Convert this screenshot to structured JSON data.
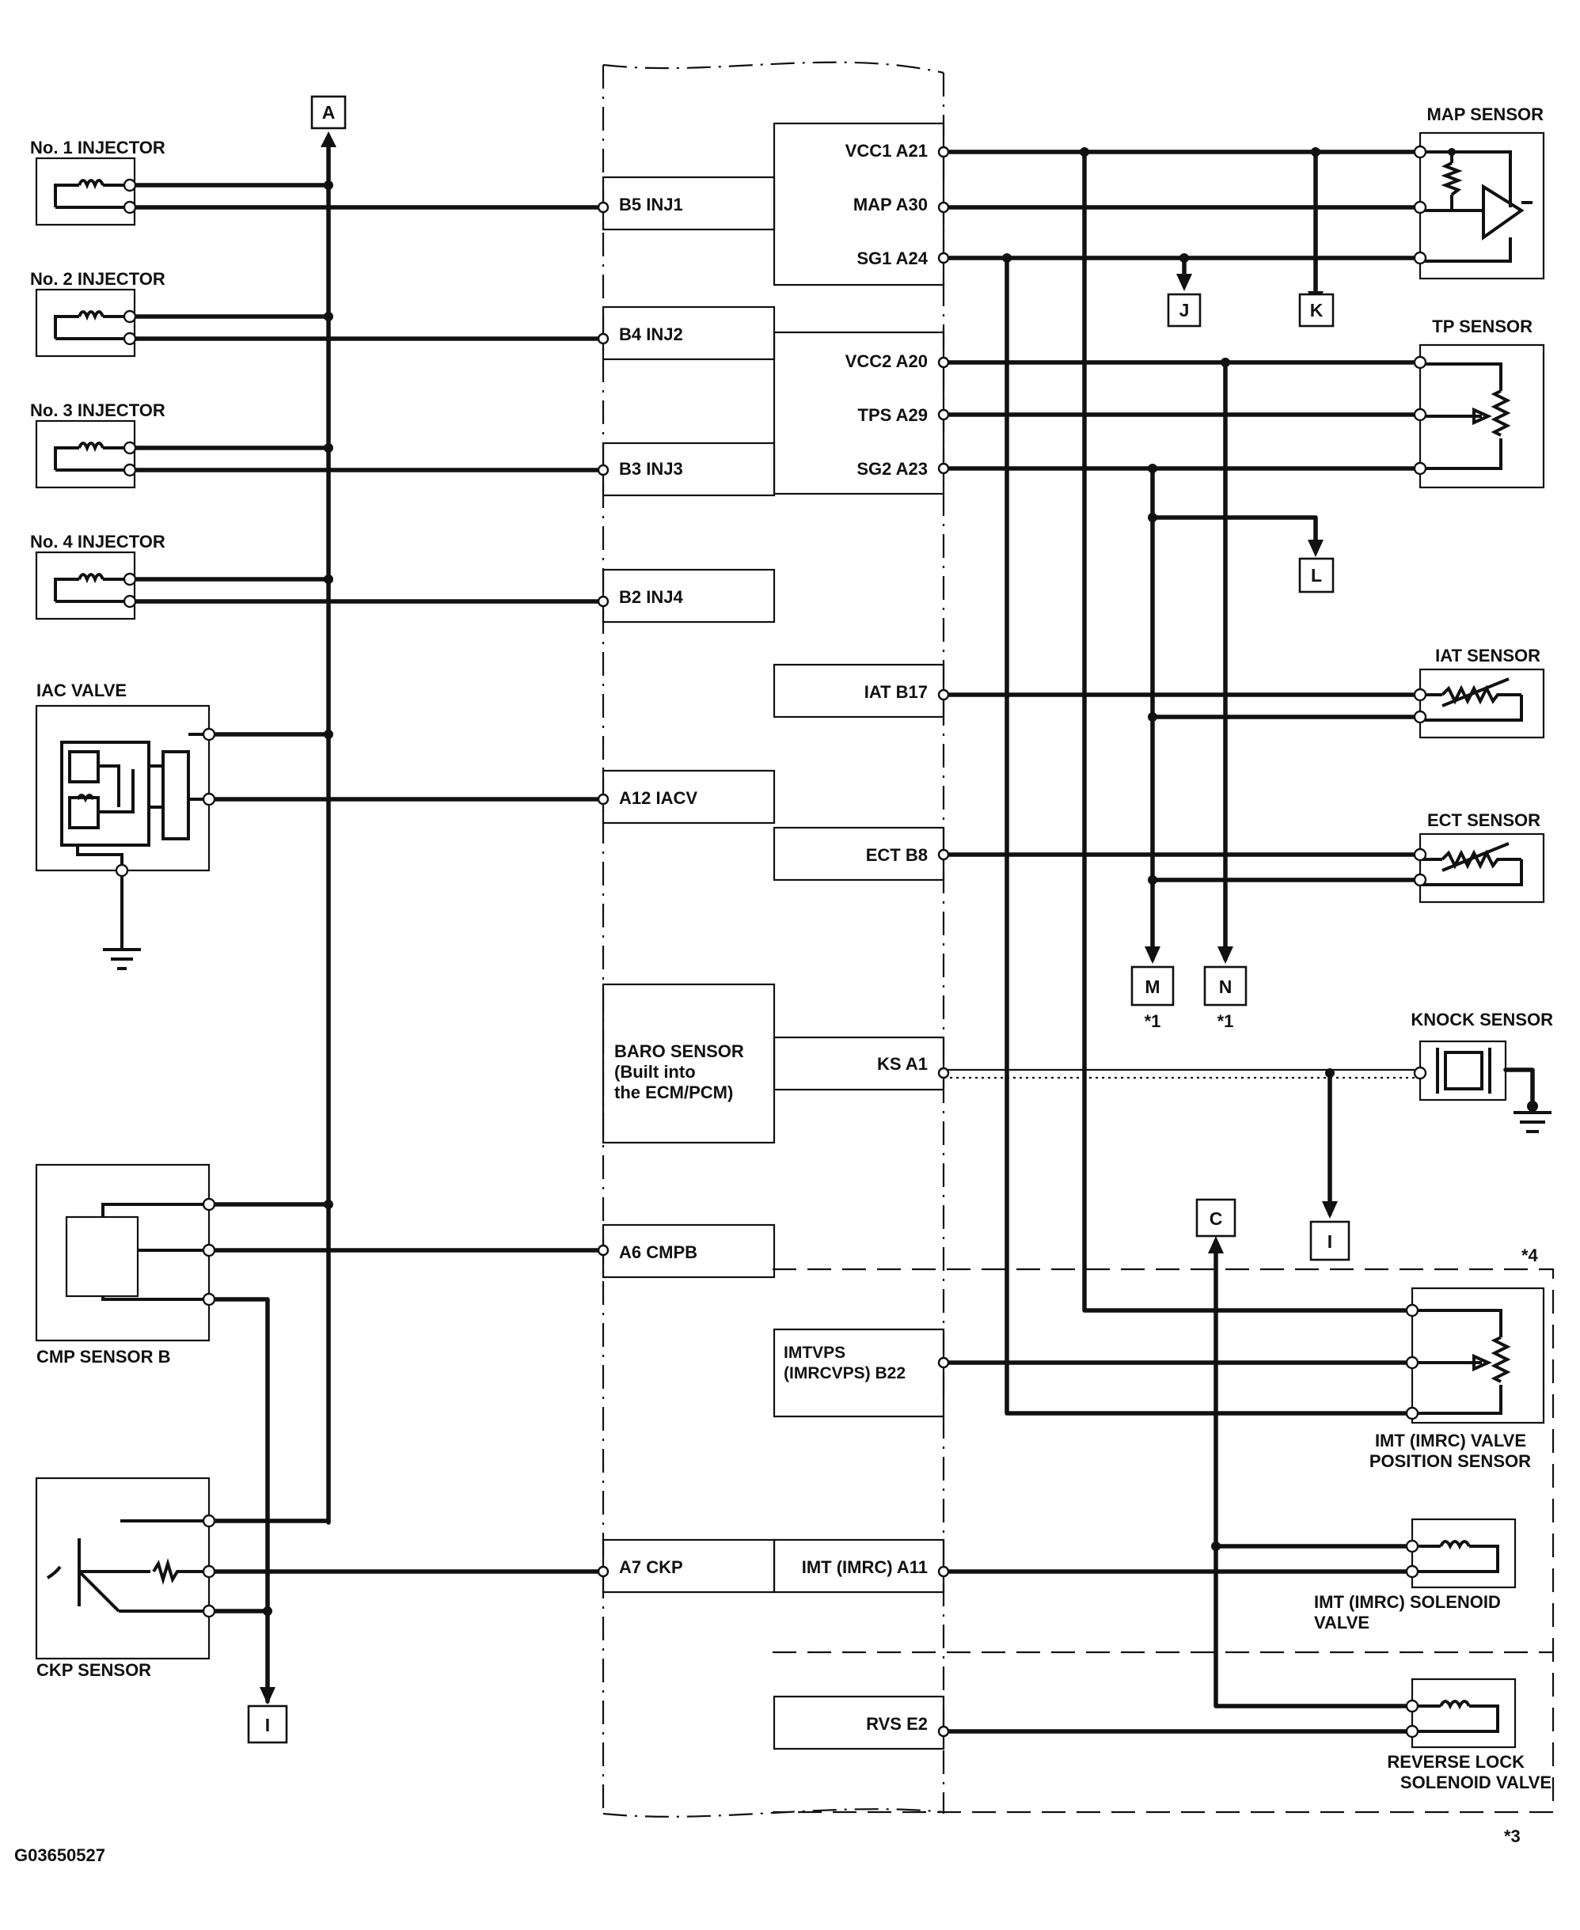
{
  "figure_id": "G03650527",
  "ecm_pins": {
    "vcc1": "VCC1 A21",
    "map": "MAP A30",
    "sg1": "SG1 A24",
    "inj1": "B5 INJ1",
    "inj2": "B4 INJ2",
    "vcc2": "VCC2 A20",
    "tps": "TPS A29",
    "sg2": "SG2 A23",
    "inj3": "B3 INJ3",
    "inj4": "B2 INJ4",
    "iat": "IAT B17",
    "iacv": "A12 IACV",
    "ect": "ECT B8",
    "ks": "KS A1",
    "cmpb": "A6 CMPB",
    "imtvps_1": "IMTVPS",
    "imtvps_2": "(IMRCVPS) B22",
    "ckp": "A7 CKP",
    "imt": "IMT (IMRC) A11",
    "rvs": "RVS E2"
  },
  "baro": {
    "line1": "BARO SENSOR",
    "line2": "(Built into",
    "line3": "the ECM/PCM)"
  },
  "components": {
    "inj1": "No. 1 INJECTOR",
    "inj2": "No. 2 INJECTOR",
    "inj3": "No. 3 INJECTOR",
    "inj4": "No. 4 INJECTOR",
    "iac": "IAC VALVE",
    "cmp": "CMP SENSOR B",
    "ckp": "CKP SENSOR",
    "map": "MAP SENSOR",
    "tp": "TP SENSOR",
    "iat": "IAT SENSOR",
    "ect": "ECT SENSOR",
    "knock": "KNOCK SENSOR",
    "imt_vps_1": "IMT (IMRC) VALVE",
    "imt_vps_2": "POSITION SENSOR",
    "imt_sol_1": "IMT (IMRC) SOLENOID",
    "imt_sol_2": "VALVE",
    "rev_1": "REVERSE LOCK",
    "rev_2": "SOLENOID VALVE"
  },
  "terminals": {
    "a": "A",
    "j": "J",
    "k": "K",
    "l": "L",
    "m": "M",
    "n": "N",
    "c": "C",
    "i_right": "I",
    "i_left": "I"
  },
  "notes": {
    "m": "*1",
    "n": "*1",
    "imt_group": "*4",
    "rev_group": "*3"
  }
}
